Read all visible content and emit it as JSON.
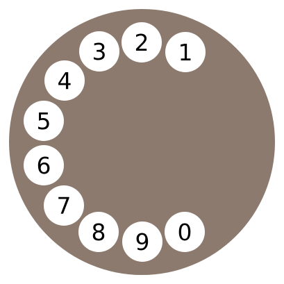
{
  "colors": {
    "dial": "#8c7a6e",
    "hole": "#ffffff",
    "digit": "#000000"
  },
  "dial": {
    "digits": [
      {
        "label": "1"
      },
      {
        "label": "2"
      },
      {
        "label": "3"
      },
      {
        "label": "4"
      },
      {
        "label": "5"
      },
      {
        "label": "6"
      },
      {
        "label": "7"
      },
      {
        "label": "8"
      },
      {
        "label": "9"
      },
      {
        "label": "0"
      }
    ]
  }
}
